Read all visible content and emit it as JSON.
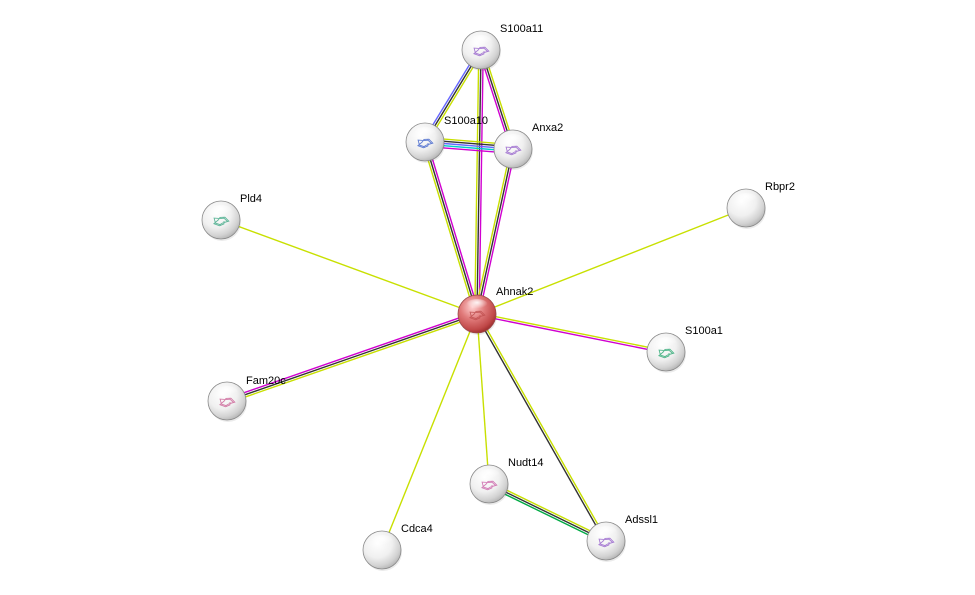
{
  "network": {
    "query_node": "Ahnak2",
    "nodes": [
      {
        "id": "Ahnak2",
        "label": "Ahnak2",
        "type": "query",
        "structure": true,
        "struct_color": "#c05050"
      },
      {
        "id": "S100a11",
        "label": "S100a11",
        "type": "partner",
        "structure": true,
        "struct_color": "#9966cc"
      },
      {
        "id": "S100a10",
        "label": "S100a10",
        "type": "partner",
        "structure": true,
        "struct_color": "#4466cc"
      },
      {
        "id": "Anxa2",
        "label": "Anxa2",
        "type": "partner",
        "structure": true,
        "struct_color": "#9966cc"
      },
      {
        "id": "Pld4",
        "label": "Pld4",
        "type": "partner",
        "structure": true,
        "struct_color": "#44aa88"
      },
      {
        "id": "Rbpr2",
        "label": "Rbpr2",
        "type": "partner",
        "structure": false
      },
      {
        "id": "S100a1",
        "label": "S100a1",
        "type": "partner",
        "structure": true,
        "struct_color": "#33aa77"
      },
      {
        "id": "Fam20c",
        "label": "Fam20c",
        "type": "partner",
        "structure": true,
        "struct_color": "#cc6699"
      },
      {
        "id": "Nudt14",
        "label": "Nudt14",
        "type": "partner",
        "structure": true,
        "struct_color": "#cc66aa"
      },
      {
        "id": "Cdca4",
        "label": "Cdca4",
        "type": "partner",
        "structure": false
      },
      {
        "id": "Adssl1",
        "label": "Adssl1",
        "type": "partner",
        "structure": true,
        "struct_color": "#9966cc"
      }
    ],
    "edges": [
      {
        "source": "Ahnak2",
        "target": "S100a11",
        "colors": [
          "#c8e000",
          "#333333",
          "#d000d0"
        ]
      },
      {
        "source": "Ahnak2",
        "target": "S100a10",
        "colors": [
          "#c8e000",
          "#333333",
          "#d000d0"
        ]
      },
      {
        "source": "Ahnak2",
        "target": "Anxa2",
        "colors": [
          "#c8e000",
          "#333333",
          "#d000d0"
        ]
      },
      {
        "source": "Ahnak2",
        "target": "Pld4",
        "colors": [
          "#c8e000"
        ]
      },
      {
        "source": "Ahnak2",
        "target": "Rbpr2",
        "colors": [
          "#c8e000"
        ]
      },
      {
        "source": "Ahnak2",
        "target": "S100a1",
        "colors": [
          "#c8e000",
          "#d000d0"
        ]
      },
      {
        "source": "Ahnak2",
        "target": "Fam20c",
        "colors": [
          "#c8e000",
          "#333333",
          "#d000d0"
        ]
      },
      {
        "source": "Ahnak2",
        "target": "Nudt14",
        "colors": [
          "#c8e000"
        ]
      },
      {
        "source": "Ahnak2",
        "target": "Cdca4",
        "colors": [
          "#c8e000"
        ]
      },
      {
        "source": "Ahnak2",
        "target": "Adssl1",
        "colors": [
          "#c8e000",
          "#333333"
        ]
      },
      {
        "source": "S100a11",
        "target": "S100a10",
        "colors": [
          "#c8e000",
          "#333333",
          "#6666ff"
        ]
      },
      {
        "source": "S100a11",
        "target": "Anxa2",
        "colors": [
          "#c8e000",
          "#333333",
          "#d000d0"
        ]
      },
      {
        "source": "S100a10",
        "target": "Anxa2",
        "colors": [
          "#c8e000",
          "#333333",
          "#6666ff",
          "#00cccc",
          "#d000d0"
        ]
      },
      {
        "source": "Nudt14",
        "target": "Adssl1",
        "colors": [
          "#c8e000",
          "#333333",
          "#00aa44"
        ]
      }
    ]
  }
}
